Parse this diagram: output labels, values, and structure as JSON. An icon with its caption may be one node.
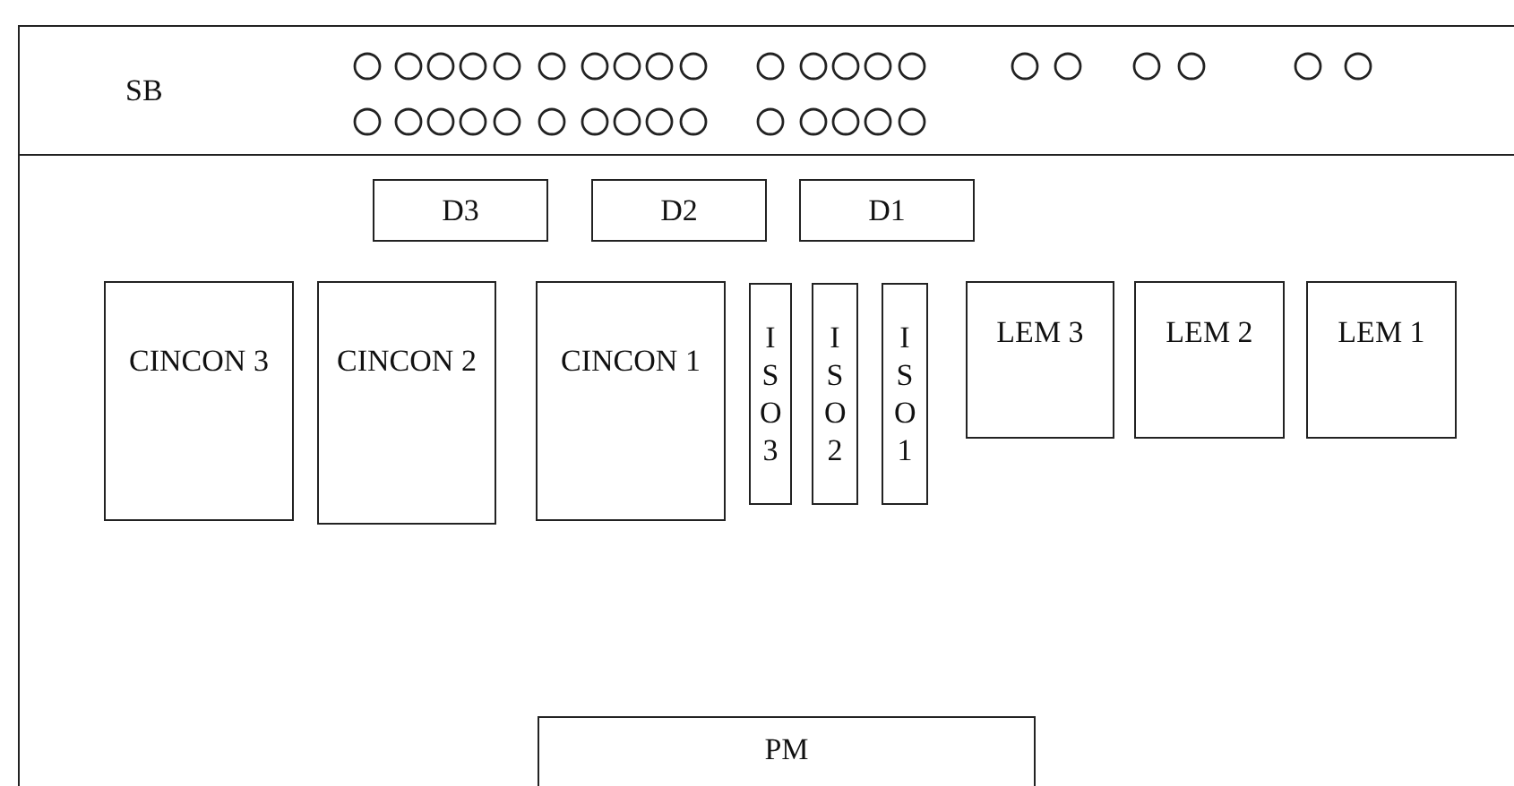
{
  "diagram": {
    "nodes": [
      {
        "text": [
          "SB"
        ]
      },
      {
        "text": [
          "D3"
        ]
      },
      {
        "text": [
          "D2"
        ]
      },
      {
        "text": [
          "D1"
        ]
      },
      {
        "text": [
          "CINCON 3"
        ]
      },
      {
        "text": [
          "CINCON 2"
        ]
      },
      {
        "text": [
          "CINCON 1"
        ]
      },
      {
        "text": [
          "I S O 3"
        ]
      },
      {
        "text": [
          "I S O 2"
        ]
      },
      {
        "text": [
          "I S O 1"
        ]
      },
      {
        "text": [
          "LEM 3"
        ]
      },
      {
        "text": [
          "LEM 2"
        ]
      },
      {
        "text": [
          "LEM 1"
        ]
      },
      {
        "text": [
          "PM"
        ]
      }
    ]
  }
}
